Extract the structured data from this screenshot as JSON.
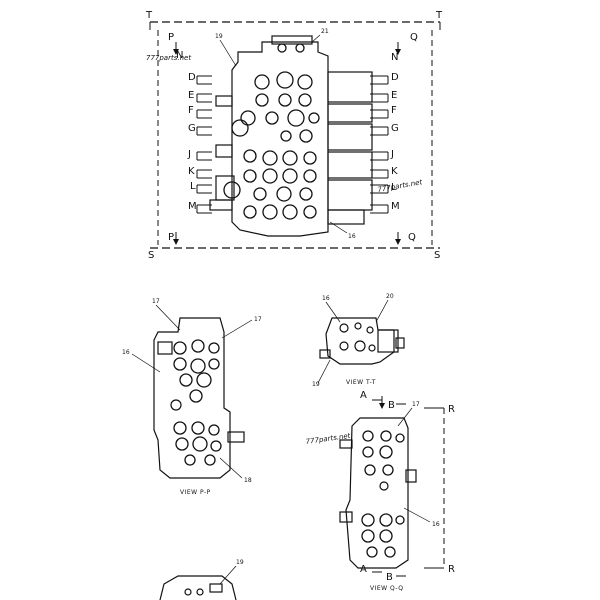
{
  "top_view": {
    "corner_labels": {
      "top_left": "T",
      "top_right": "T",
      "bottom_left": "S",
      "bottom_right": "S"
    },
    "left_labels": [
      "P",
      "D",
      "E",
      "F",
      "G",
      "J",
      "K",
      "L",
      "M",
      "P"
    ],
    "right_labels": [
      "Q",
      "N",
      "D",
      "E",
      "F",
      "G",
      "J",
      "K",
      "L",
      "M",
      "Q"
    ],
    "left_n_label": "N",
    "part_callouts": [
      "19",
      "21",
      "16"
    ],
    "watermarks": [
      "777parts.net",
      "777parts.net"
    ]
  },
  "view_pp": {
    "callouts": [
      "17",
      "17",
      "16",
      "18"
    ],
    "caption": "VIEW P-P"
  },
  "view_tt": {
    "callouts": [
      "16",
      "20",
      "19"
    ],
    "caption": "VIEW T-T"
  },
  "view_qq": {
    "callouts": [
      "17",
      "16"
    ],
    "section_labels": [
      "A",
      "B",
      "A",
      "B",
      "R",
      "R"
    ],
    "watermark": "777parts.net",
    "caption": "VIEW Q-Q"
  },
  "bottom_partial": {
    "callouts": [
      "19"
    ]
  }
}
